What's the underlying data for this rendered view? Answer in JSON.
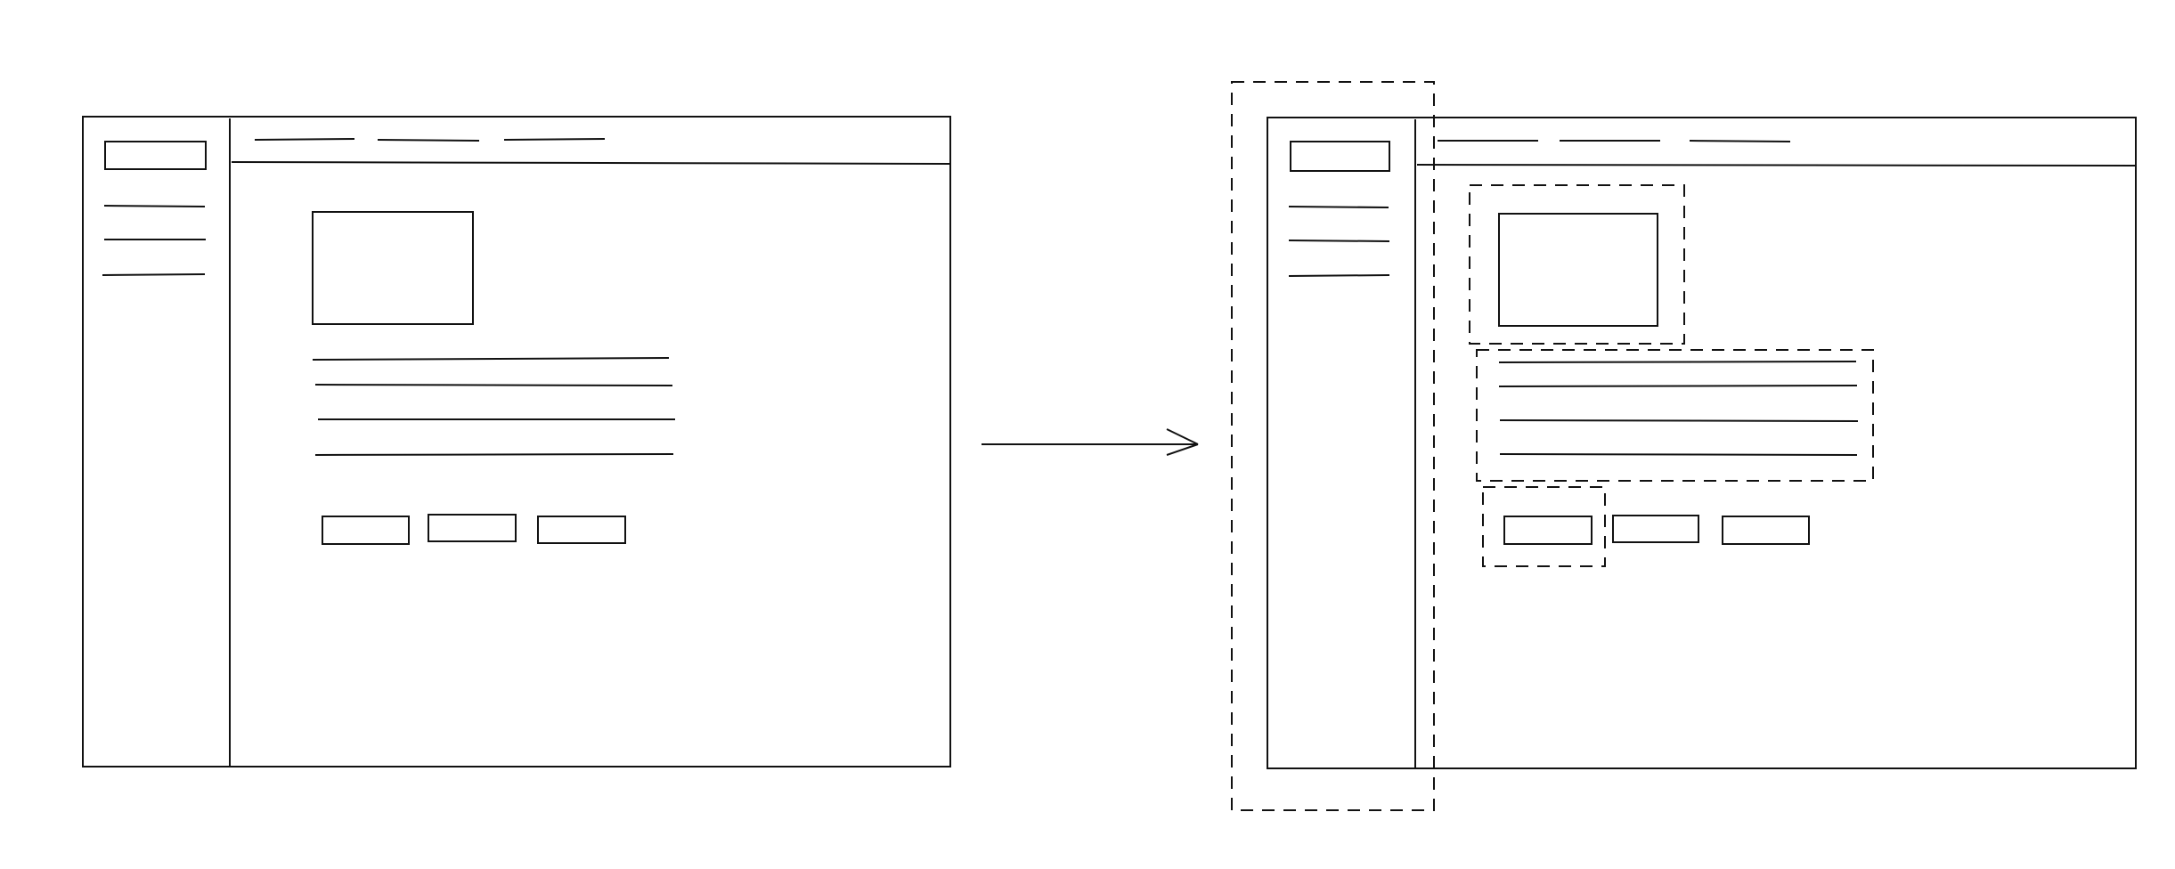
{
  "theme": {
    "background": "#ffffff",
    "stroke": "#111111",
    "stroke_soft": "#444444"
  },
  "diagram": {
    "panels": [
      {
        "name": "before-wireframe",
        "highlights": []
      },
      {
        "name": "after-wireframe",
        "highlights": [
          "sidebar-region",
          "image-block",
          "text-lines-block",
          "first-button-block"
        ]
      }
    ],
    "transition": {
      "icon": "arrow-right-icon"
    }
  }
}
